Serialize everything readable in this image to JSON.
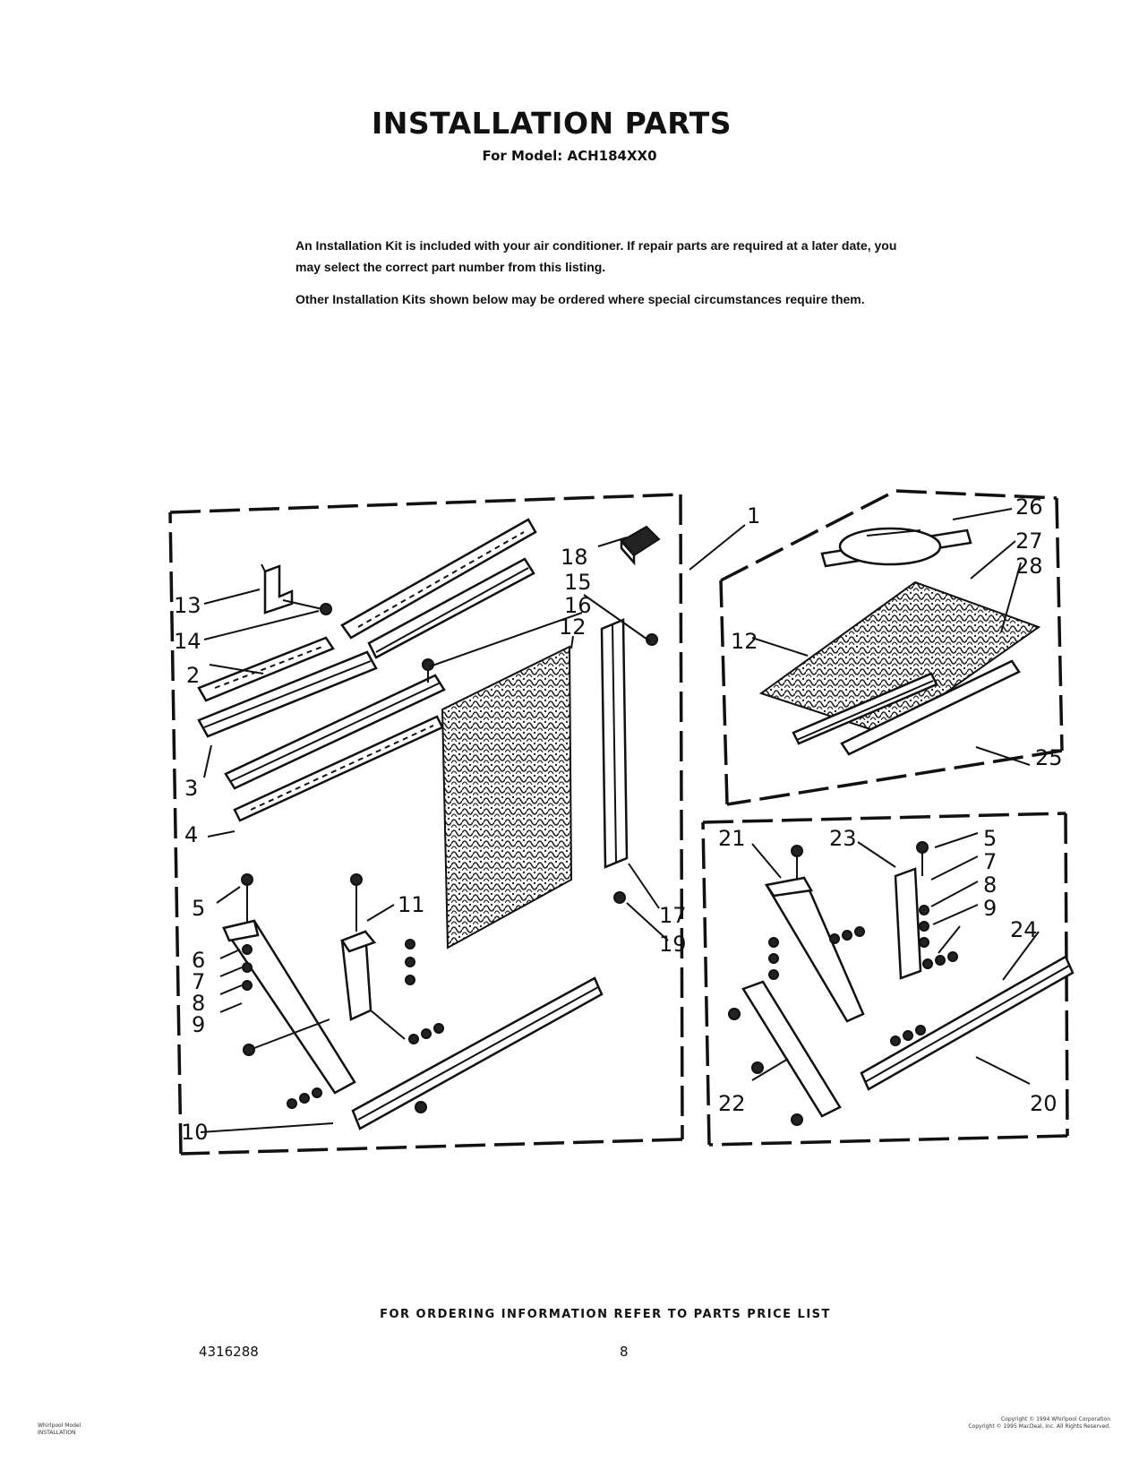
{
  "header": {
    "title": "INSTALLATION PARTS",
    "model_line": "For Model: ACH184XX0"
  },
  "intro": {
    "paragraph1": "An Installation Kit is included with your air conditioner. If repair parts are required at a later date, you may select the correct part number from this listing.",
    "paragraph2": "Other Installation Kits shown below may be ordered where special circumstances require them."
  },
  "callouts": {
    "c1": "1",
    "c2": "2",
    "c3": "3",
    "c4": "4",
    "c5": "5",
    "c6": "6",
    "c7": "7",
    "c8": "8",
    "c9": "9",
    "c10": "10",
    "c11": "11",
    "c12": "12",
    "c13": "13",
    "c14": "14",
    "c15": "15",
    "c16": "16",
    "c17": "17",
    "c18": "18",
    "c19": "19",
    "c20": "20",
    "c21": "21",
    "c22": "22",
    "c23": "23",
    "c24": "24",
    "c25": "25",
    "c26": "26",
    "c27": "27",
    "c28": "28"
  },
  "footer": {
    "ordering_note": "FOR ORDERING INFORMATION REFER TO PARTS PRICE LIST",
    "part_number": "4316288",
    "page_number": "8",
    "left_fine_print": [
      "Whirlpool Model",
      "INSTALLATION"
    ],
    "right_fine_print": [
      "Copyright © 1994 Whirlpool Corporation",
      "Copyright © 1995 MacDeal, Inc. All Rights Reserved."
    ]
  }
}
